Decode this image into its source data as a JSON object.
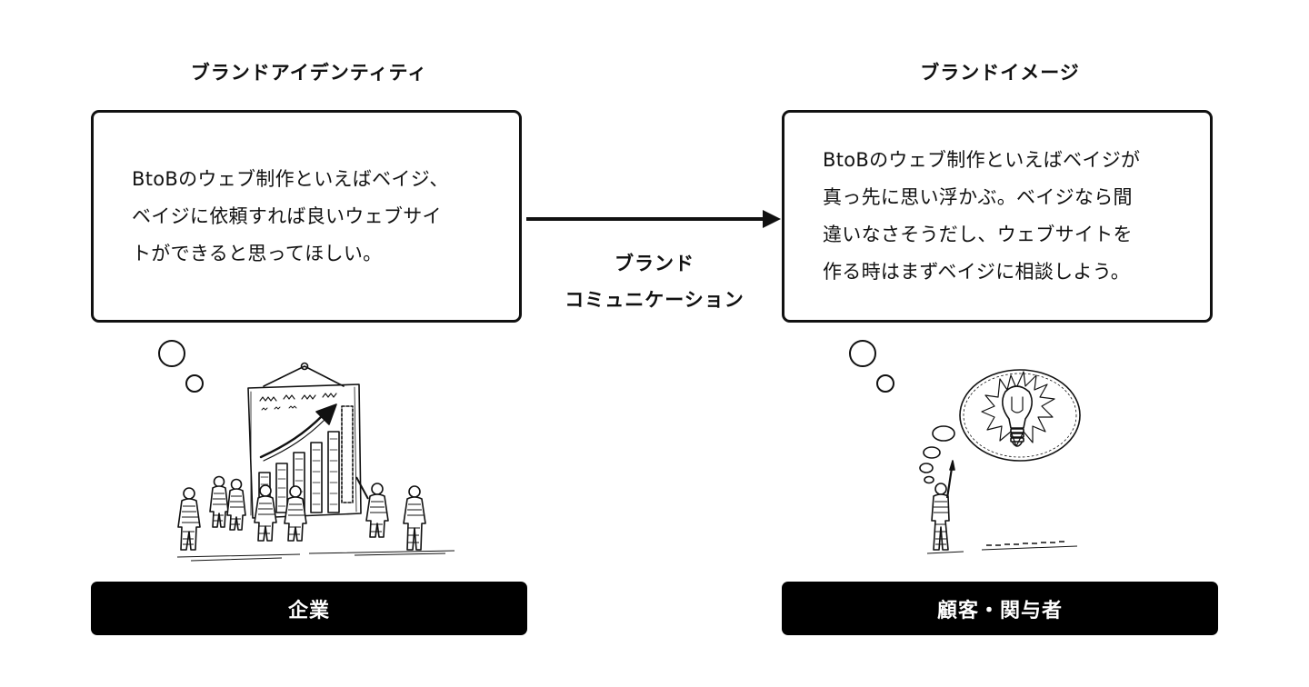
{
  "left": {
    "heading": "ブランドアイデンティティ",
    "lines": [
      "BtoBのウェブ制作といえばベイジ、",
      "ベイジに依頼すれば良いウェブサイ",
      "トができると思ってほしい。"
    ],
    "bar_label": "企業",
    "illustration_icon": "presentation-chart-people-icon"
  },
  "right": {
    "heading": "ブランドイメージ",
    "lines": [
      "BtoBのウェブ制作といえばベイジが",
      "真っ先に思い浮かぶ。ベイジなら間",
      "違いなさそうだし、ウェブサイトを",
      "作る時はまずベイジに相談しよう。"
    ],
    "bar_label": "顧客・関与者",
    "illustration_icon": "person-lightbulb-idea-icon"
  },
  "connector": {
    "lines": [
      "ブランド",
      "コミュニケーション"
    ]
  },
  "colors": {
    "ink": "#111111",
    "bar_background": "#000000",
    "bar_text": "#ffffff",
    "background": "#ffffff"
  }
}
